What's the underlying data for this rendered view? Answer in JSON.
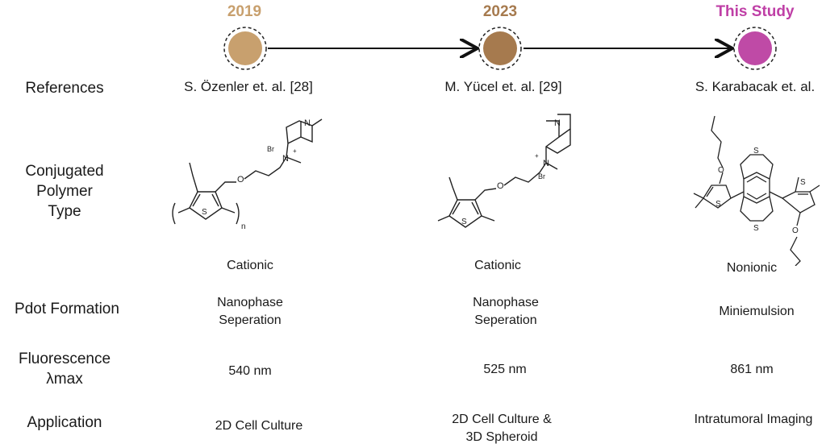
{
  "timeline": [
    {
      "year": "2019",
      "color": "#c8a06e"
    },
    {
      "year": "2023",
      "color": "#a67a4e"
    },
    {
      "year": "This Study",
      "color": "#bf4aa6"
    }
  ],
  "year_colors": {
    "2019": "#c8a06e",
    "2023": "#a67a4e",
    "study": "#bf3fa6"
  },
  "rows": {
    "references": "References",
    "polymer_type": [
      "Conjugated",
      "Polymer",
      "Type"
    ],
    "pdot_formation": "Pdot Formation",
    "fluorescence": [
      "Fluorescence",
      "λmax"
    ],
    "application": "Application"
  },
  "columns": [
    {
      "reference": "S. Özenler et. al. [28]",
      "charge": "Cationic",
      "formation": [
        "Nanophase",
        "Seperation"
      ],
      "lambda_max": "540 nm",
      "application": [
        "2D Cell Culture"
      ]
    },
    {
      "reference": "M. Yücel et. al. [29]",
      "charge": "Cationic",
      "formation": [
        "Nanophase",
        "Seperation"
      ],
      "lambda_max": "525 nm",
      "application": [
        "2D Cell Culture &",
        "3D Spheroid"
      ]
    },
    {
      "reference": "S. Karabacak et. al.",
      "charge": "Nonionic",
      "formation": [
        "Miniemulsion"
      ],
      "lambda_max": "861 nm",
      "application": [
        "Intratumoral Imaging"
      ]
    }
  ],
  "structure_labels": {
    "br": "Br",
    "minus": "−",
    "plus": "+",
    "N": "N",
    "O": "O",
    "S": "S",
    "n": "n"
  }
}
